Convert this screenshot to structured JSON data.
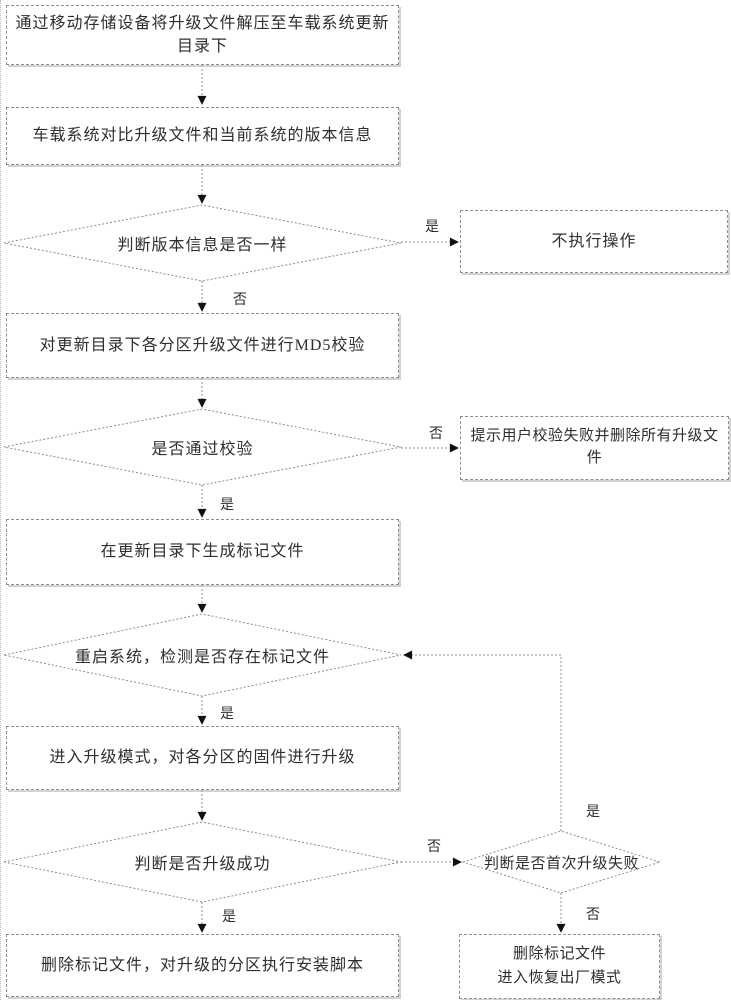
{
  "figure": {
    "type": "flowchart",
    "colors": {
      "background": "#ffffff",
      "line": "#8c8c8c",
      "box_border": "#8f8f8f",
      "arrowhead": "#111111",
      "text": "#2e2e2e"
    },
    "nodes": {
      "extract": {
        "type": "process",
        "label": "通过移动存储设备将升级文件解压至车载系统更新目录下"
      },
      "compare": {
        "type": "process",
        "label": "车载系统对比升级文件和当前系统的版本信息"
      },
      "version_same": {
        "type": "decision",
        "label": "判断版本信息是否一样"
      },
      "no_action": {
        "type": "process",
        "label": "不执行操作"
      },
      "md5_check": {
        "type": "process",
        "label": "对更新目录下各分区升级文件进行MD5校验"
      },
      "pass_check": {
        "type": "decision",
        "label": "是否通过校验"
      },
      "notify_fail": {
        "type": "process",
        "label": "提示用户校验失败并删除所有升级文件"
      },
      "create_mark": {
        "type": "process",
        "label": "在更新目录下生成标记文件"
      },
      "reboot_check": {
        "type": "decision",
        "label": "重启系统，检测是否存在标记文件"
      },
      "do_upgrade": {
        "type": "process",
        "label": "进入升级模式，对各分区的固件进行升级"
      },
      "upgrade_ok": {
        "type": "decision",
        "label": "判断是否升级成功"
      },
      "first_fail": {
        "type": "decision",
        "label": "判断是否首次升级失败"
      },
      "run_script": {
        "type": "process",
        "label": "删除标记文件，对升级的分区执行安装脚本"
      },
      "factory_reset": {
        "type": "process",
        "lines": [
          "删除标记文件",
          "进入恢复出厂模式"
        ]
      }
    },
    "edge_labels": {
      "version_same_yes": "是",
      "version_same_no": "否",
      "pass_check_no": "否",
      "pass_check_yes": "是",
      "reboot_check_yes": "是",
      "upgrade_ok_no": "否",
      "upgrade_ok_yes": "是",
      "first_fail_yes": "是",
      "first_fail_no": "否"
    }
  }
}
